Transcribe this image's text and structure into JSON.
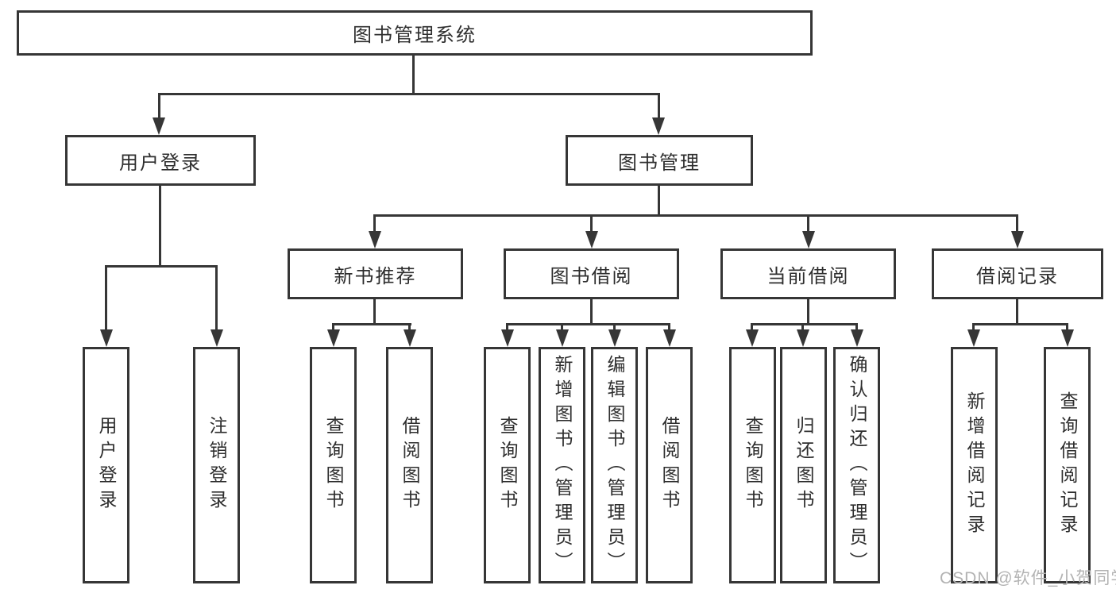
{
  "colors": {
    "line": "#363636",
    "text": "#2e2e2e",
    "watermark": "#b3b3b3",
    "bg": "#ffffff"
  },
  "diagram": {
    "title": "图书管理系统",
    "level2": [
      {
        "label": "用户登录",
        "parent": "图书管理系统"
      },
      {
        "label": "图书管理",
        "parent": "图书管理系统"
      }
    ],
    "level3": [
      {
        "label": "新书推荐",
        "parent": "图书管理"
      },
      {
        "label": "图书借阅",
        "parent": "图书管理"
      },
      {
        "label": "当前借阅",
        "parent": "图书管理"
      },
      {
        "label": "借阅记录",
        "parent": "图书管理"
      }
    ],
    "leaves": [
      {
        "label": "用户登录",
        "parent": "用户登录"
      },
      {
        "label": "注销登录",
        "parent": "用户登录"
      },
      {
        "label": "查询图书",
        "parent": "新书推荐"
      },
      {
        "label": "借阅图书",
        "parent": "新书推荐"
      },
      {
        "label": "查询图书",
        "parent": "图书借阅"
      },
      {
        "label": "新增图书（管理员）",
        "parent": "图书借阅"
      },
      {
        "label": "编辑图书（管理员）",
        "parent": "图书借阅"
      },
      {
        "label": "借阅图书",
        "parent": "图书借阅"
      },
      {
        "label": "查询图书",
        "parent": "当前借阅"
      },
      {
        "label": "归还图书",
        "parent": "当前借阅"
      },
      {
        "label": "确认归还（管理员）",
        "parent": "当前借阅"
      },
      {
        "label": "新增借阅记录",
        "parent": "借阅记录"
      },
      {
        "label": "查询借阅记录",
        "parent": "借阅记录"
      }
    ]
  },
  "watermark": {
    "text": "CSDN @软件_小贺同学"
  }
}
